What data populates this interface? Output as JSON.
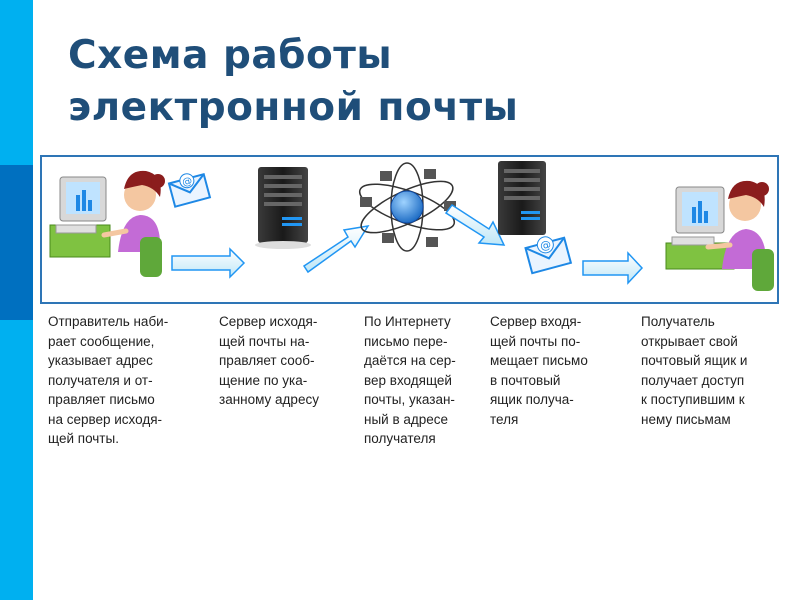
{
  "title": {
    "line1": "Схема работы",
    "line2": "электронной почты"
  },
  "colors": {
    "accent_bar": "#00b0f0",
    "title": "#1f4e79",
    "frame_border": "#2e75b6"
  },
  "diagram": {
    "steps": [
      {
        "icon": "sender-person-icon",
        "caption": "Отправитель наби-\nрает сообщение,\nуказывает адрес\nполучателя и от-\nправляет письмо\nна сервер исходя-\nщей почты."
      },
      {
        "icon": "outgoing-server-icon",
        "caption": "Сервер исходя-\nщей почты на-\nправляет сооб-\nщение по ука-\nзанному адресу"
      },
      {
        "icon": "internet-network-icon",
        "caption": "По Интернету\nписьмо пере-\nдаётся на сер-\nвер входящей\nпочты, указан-\nный в адресе\nполучателя"
      },
      {
        "icon": "incoming-server-icon",
        "caption": "Сервер входя-\nщей почты по-\nмещает письмо\nв почтовый\nящик получа-\nтеля"
      },
      {
        "icon": "recipient-person-icon",
        "caption": "Получатель\nоткрывает свой\nпочтовый ящик и\nполучает доступ\nк поступившим к\nнему письмам"
      }
    ]
  }
}
